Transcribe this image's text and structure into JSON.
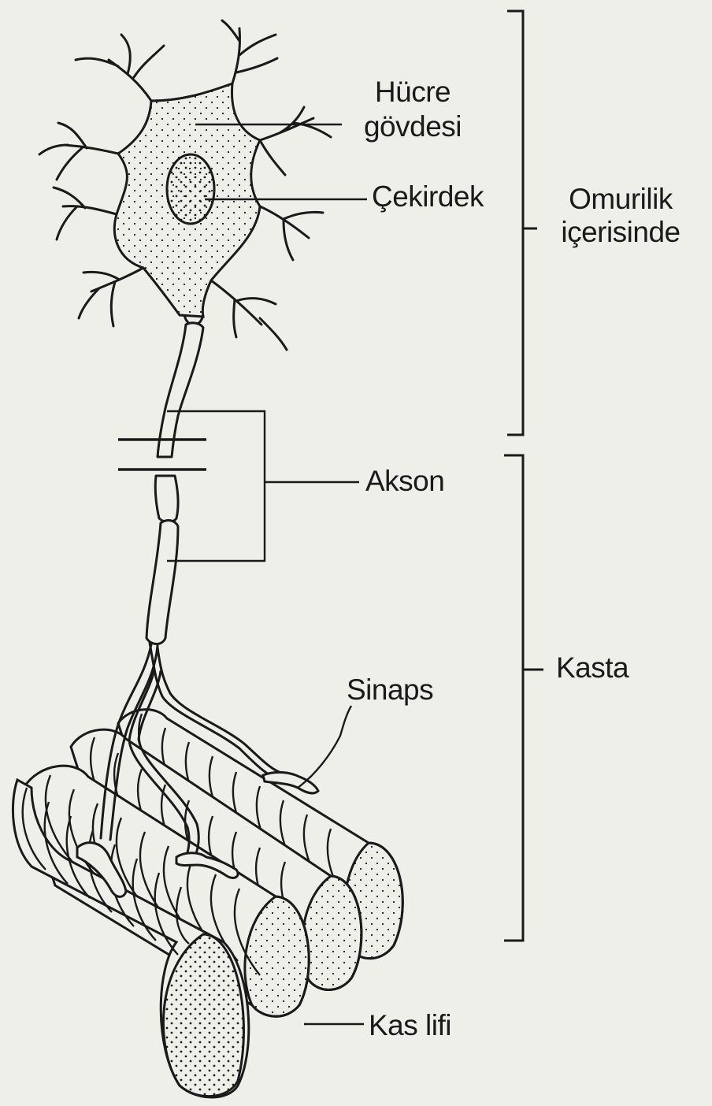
{
  "labels": {
    "cell_body_line1": "Hücre",
    "cell_body_line2": "gövdesi",
    "nucleus": "Çekirdek",
    "axon": "Akson",
    "synapse": "Sinaps",
    "muscle_fiber": "Kas lifi",
    "spinal_cord_line1": "Omurilik",
    "spinal_cord_line2": "içerisinde",
    "in_muscle": "Kasta"
  },
  "colors": {
    "ink": "#1a1a1a",
    "paper": "#efefe9",
    "cell_fill": "#f4f4ef"
  }
}
